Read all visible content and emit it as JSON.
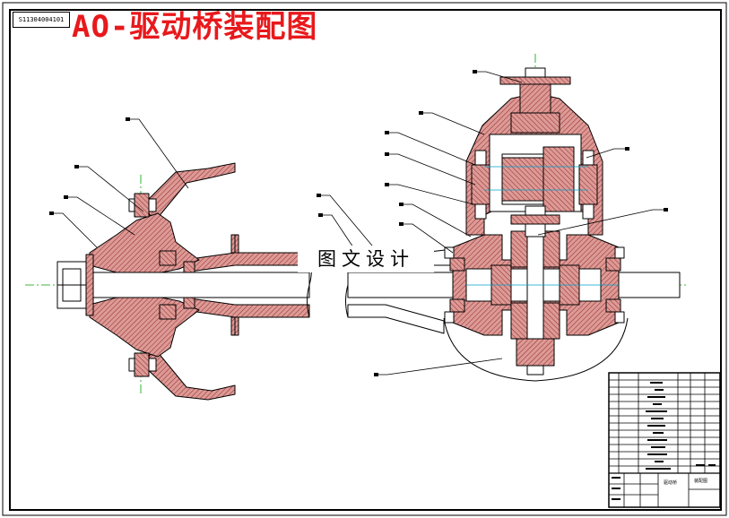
{
  "drawing": {
    "id_label": "S11304004101",
    "title": "AO-驱动桥装配图",
    "watermark": "图文设计",
    "colors": {
      "title": "#e8191c",
      "section_fill": "#d9908c",
      "section_hatch": "#8a1a1a",
      "center_line": "#00a000",
      "line": "#000000",
      "accent_cyan": "#00a0c8"
    }
  },
  "title_block": {
    "part_name": "驱动桥",
    "assembly_name": "装配图"
  }
}
